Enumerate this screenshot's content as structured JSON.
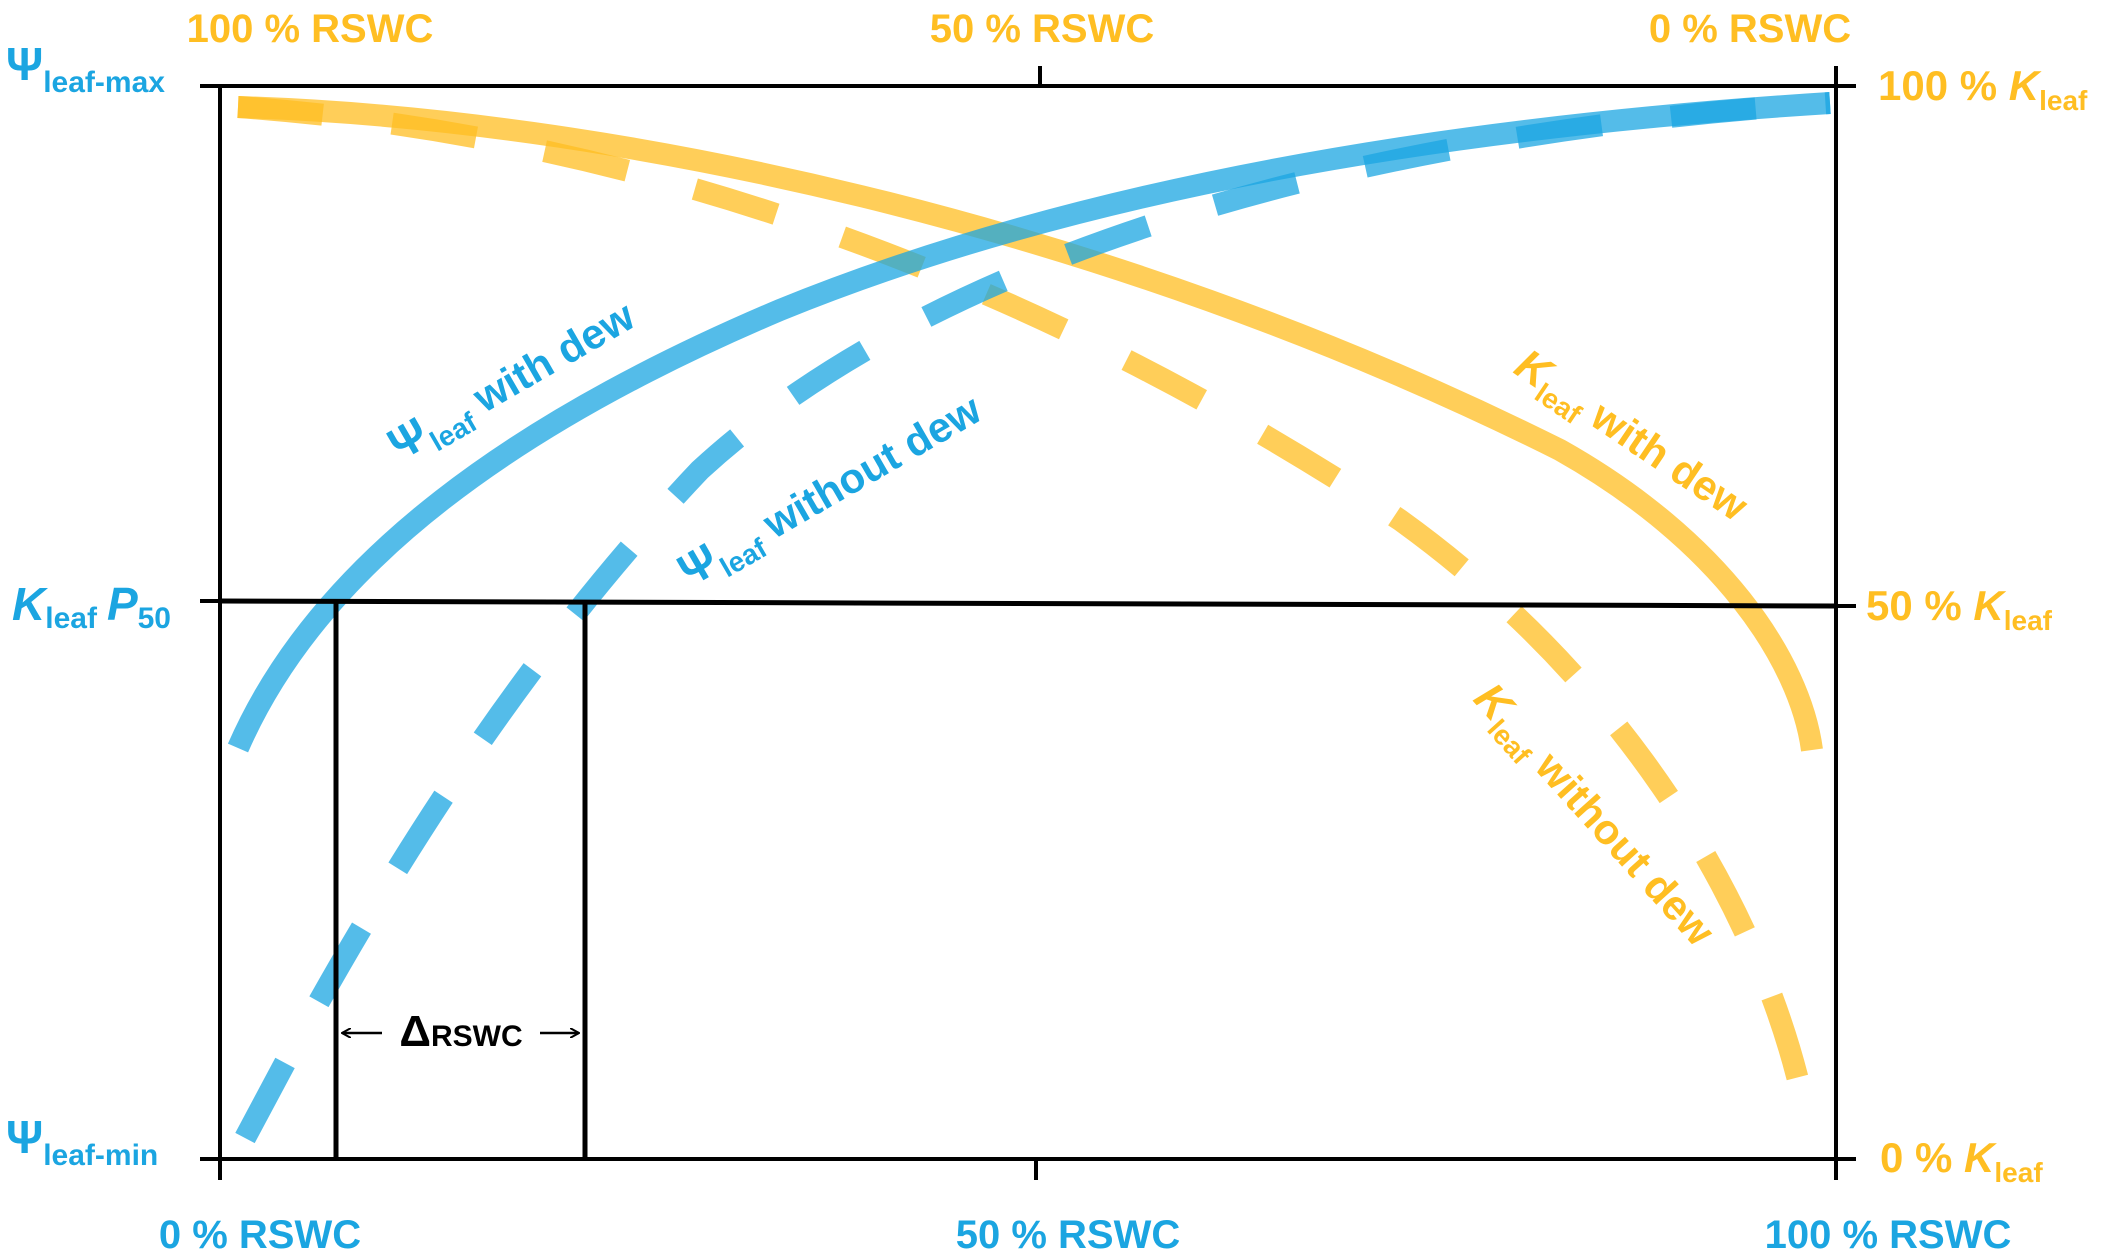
{
  "colors": {
    "blue": "#1BA5E1",
    "orange": "#FFBE22",
    "axis": "#000000",
    "background": "#ffffff"
  },
  "top_axis": {
    "ticks": [
      {
        "text": "100 % RSWC"
      },
      {
        "text": "50 % RSWC"
      },
      {
        "text": "0 % RSWC"
      }
    ]
  },
  "bottom_axis": {
    "ticks": [
      {
        "text": "0 % RSWC"
      },
      {
        "text": "50 % RSWC"
      },
      {
        "text": "100 % RSWC"
      }
    ]
  },
  "left_axis": {
    "top": {
      "sym": "Ψ",
      "sub": "leaf-max"
    },
    "mid": {
      "sym": "K",
      "sub": "leaf",
      "p": "P",
      "psub": "50"
    },
    "bottom": {
      "sym": "Ψ",
      "sub": "leaf-min"
    }
  },
  "right_axis": {
    "top": {
      "pct": "100 % ",
      "k": "K",
      "sub": "leaf"
    },
    "mid": {
      "pct": "50 % ",
      "k": "K",
      "sub": "leaf"
    },
    "bottom": {
      "pct": "0 % ",
      "k": "K",
      "sub": "leaf"
    }
  },
  "curves": {
    "psi_with_dew": {
      "sym": "Ψ",
      "sub": "leaf",
      "rest": " with dew"
    },
    "psi_without_dew": {
      "sym": "Ψ",
      "sub": "leaf",
      "rest": " without dew"
    },
    "k_with_dew": {
      "sym": "K",
      "sub": "leaf",
      "rest": " with dew"
    },
    "k_without_dew": {
      "sym": "K",
      "sub": "leaf",
      "rest": " without dew"
    }
  },
  "delta": {
    "sym": "Δ",
    "text": "RSWC"
  }
}
